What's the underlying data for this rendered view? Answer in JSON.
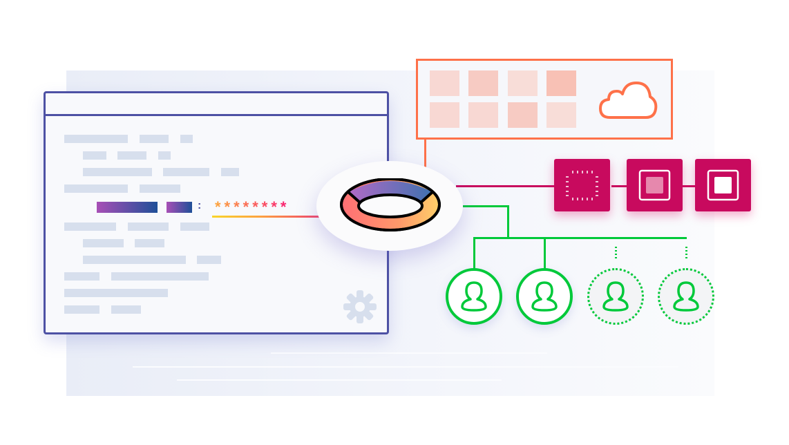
{
  "illustration": {
    "subject": "secrets vault connecting an app config to cloud storage, hardware keys and users",
    "colors": {
      "window_border": "#4d51a4",
      "placeholder_bar": "#d7dfed",
      "storage_border": "#fe7149",
      "chip_fill": "#c80a5e",
      "user_green": "#00c93a",
      "background_panel": "#eceff8",
      "ring_purple": "#a86bc8",
      "ring_blue": "#4a6eb0",
      "ring_coral": "#ff7473",
      "ring_yellow": "#fec868"
    }
  },
  "config_window": {
    "masked_secret": "********",
    "separator": ":",
    "icons": [
      "gear-icon"
    ]
  },
  "vault": {
    "icon": "ring-icon"
  },
  "storage": {
    "cells": 8,
    "icon": "cloud-icon"
  },
  "hardware": {
    "chips": [
      {
        "icon": "chip-icon"
      },
      {
        "icon": "framed-square-pink-icon"
      },
      {
        "icon": "framed-square-white-icon"
      }
    ]
  },
  "users": {
    "items": [
      {
        "icon": "user-icon",
        "state": "active"
      },
      {
        "icon": "user-icon",
        "state": "active"
      },
      {
        "icon": "user-icon",
        "state": "pending"
      },
      {
        "icon": "user-icon",
        "state": "pending"
      }
    ]
  }
}
